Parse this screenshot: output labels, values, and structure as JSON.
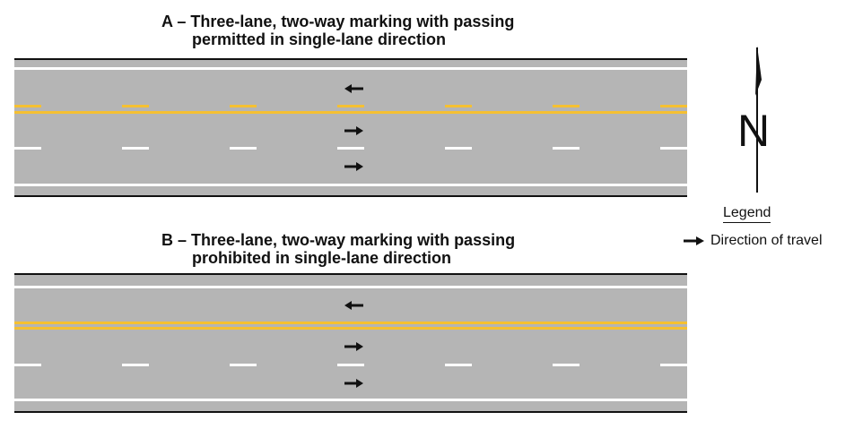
{
  "diagram_a": {
    "title_line1": "A – Three-lane, two-way marking with passing",
    "title_line2": "permitted in single-lane direction"
  },
  "diagram_b": {
    "title_line1": "B – Three-lane, two-way marking with passing",
    "title_line2": "prohibited in single-lane direction"
  },
  "north_label": "N",
  "legend": {
    "title": "Legend",
    "item_label": "Direction of travel"
  },
  "colors": {
    "pavement": "#b5b5b5",
    "edge_line": "#ffffff",
    "center_line": "#f5c032",
    "lane_line": "#ffffff",
    "curb": "#111111",
    "arrow": "#111111"
  },
  "icons": {
    "north": "north-arrow-icon",
    "travel": "direction-arrow-icon"
  }
}
